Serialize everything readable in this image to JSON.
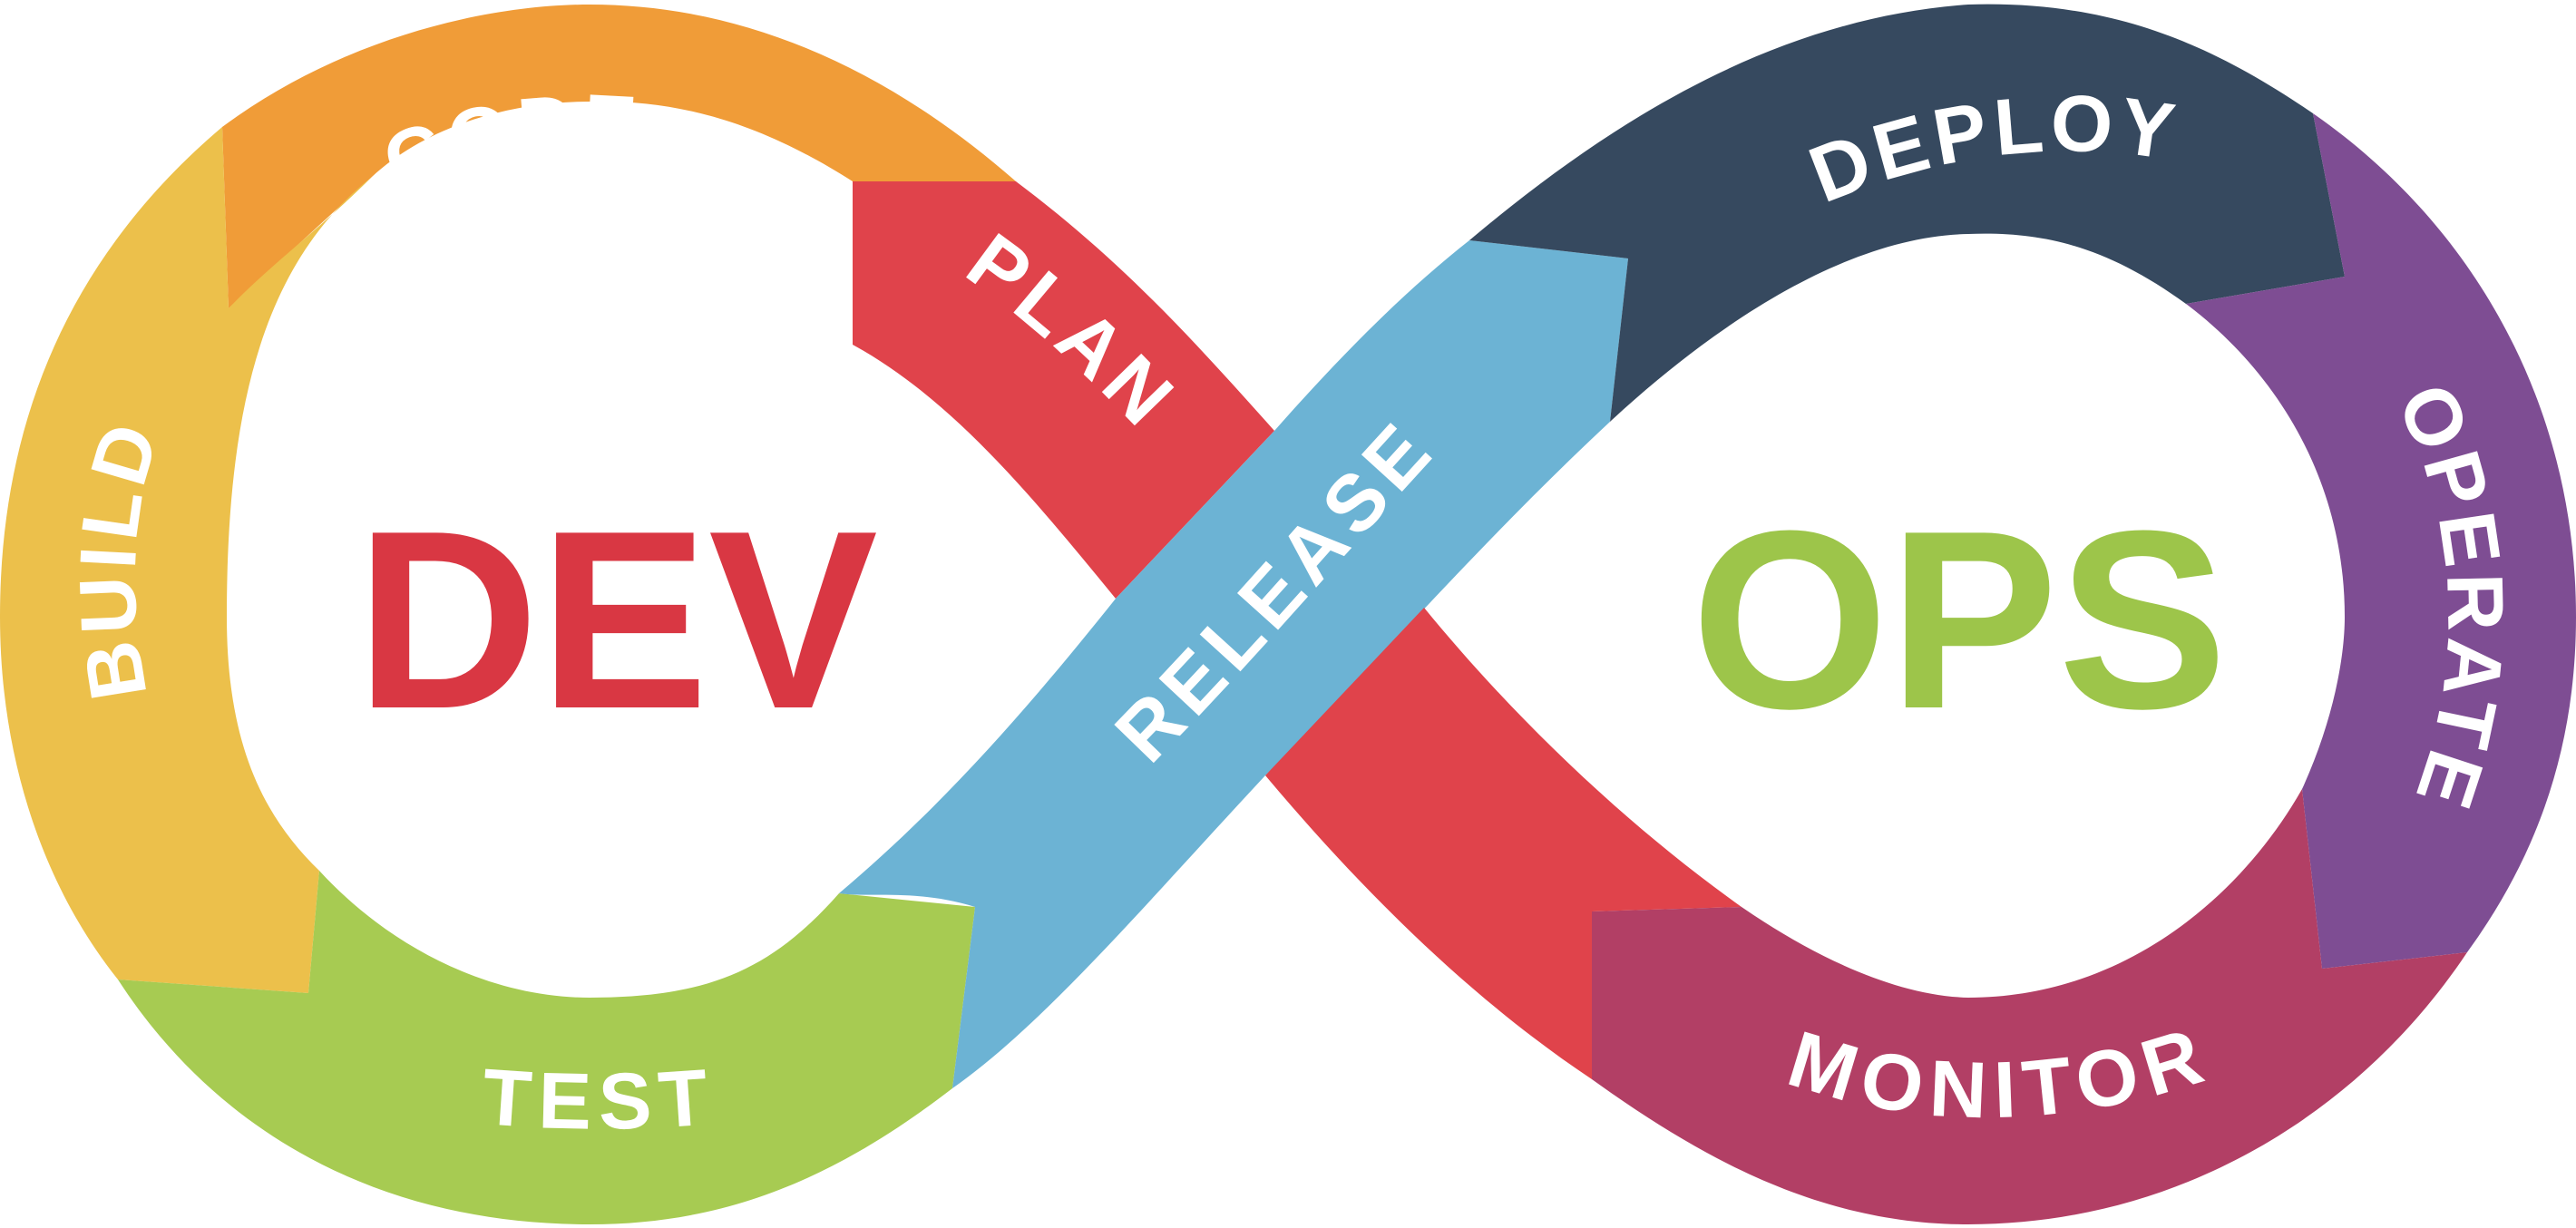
{
  "center": {
    "left_label": "DEV",
    "right_label": "OPS"
  },
  "phases": {
    "plan": "PLAN",
    "code": "CODE",
    "build": "BUILD",
    "test": "TEST",
    "release": "RELEASE",
    "deploy": "DEPLOY",
    "operate": "OPERATE",
    "monitor": "MONITOR"
  },
  "colors": {
    "plan": "#E0434B",
    "code": "#F09C38",
    "build": "#ECC04B",
    "test": "#A7CB52",
    "release": "#6CB3D4",
    "deploy": "#36495F",
    "operate": "#7E4D93",
    "monitor": "#B23F65",
    "dev_text": "#D93743",
    "ops_text": "#9DC54A"
  }
}
